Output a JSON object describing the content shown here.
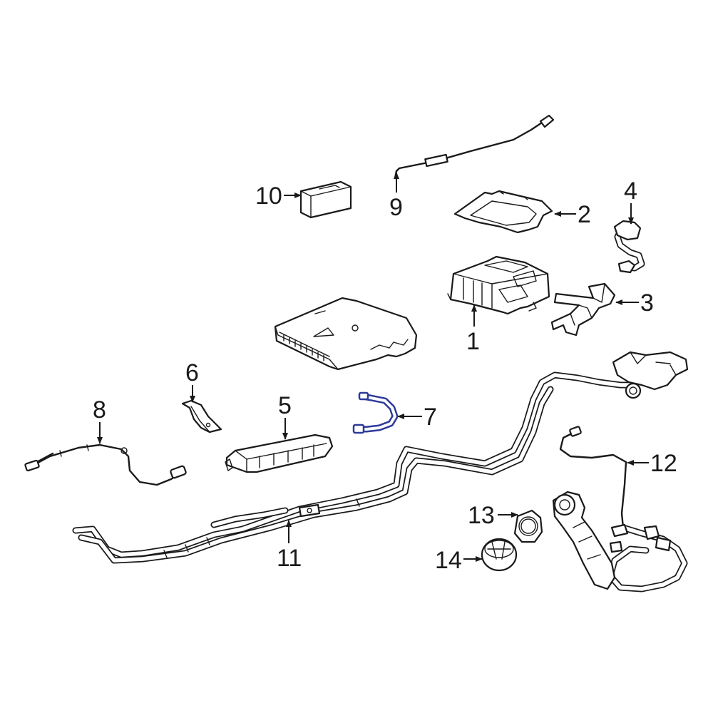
{
  "diagram": {
    "highlight_color": "#2d3a9b",
    "line_color": "#1a1a1a",
    "callouts": [
      {
        "id": "1",
        "label": "1"
      },
      {
        "id": "2",
        "label": "2"
      },
      {
        "id": "3",
        "label": "3"
      },
      {
        "id": "4",
        "label": "4"
      },
      {
        "id": "5",
        "label": "5"
      },
      {
        "id": "6",
        "label": "6"
      },
      {
        "id": "7",
        "label": "7"
      },
      {
        "id": "8",
        "label": "8"
      },
      {
        "id": "9",
        "label": "9"
      },
      {
        "id": "10",
        "label": "10"
      },
      {
        "id": "11",
        "label": "11"
      },
      {
        "id": "12",
        "label": "12"
      },
      {
        "id": "13",
        "label": "13"
      },
      {
        "id": "14",
        "label": "14"
      }
    ]
  }
}
